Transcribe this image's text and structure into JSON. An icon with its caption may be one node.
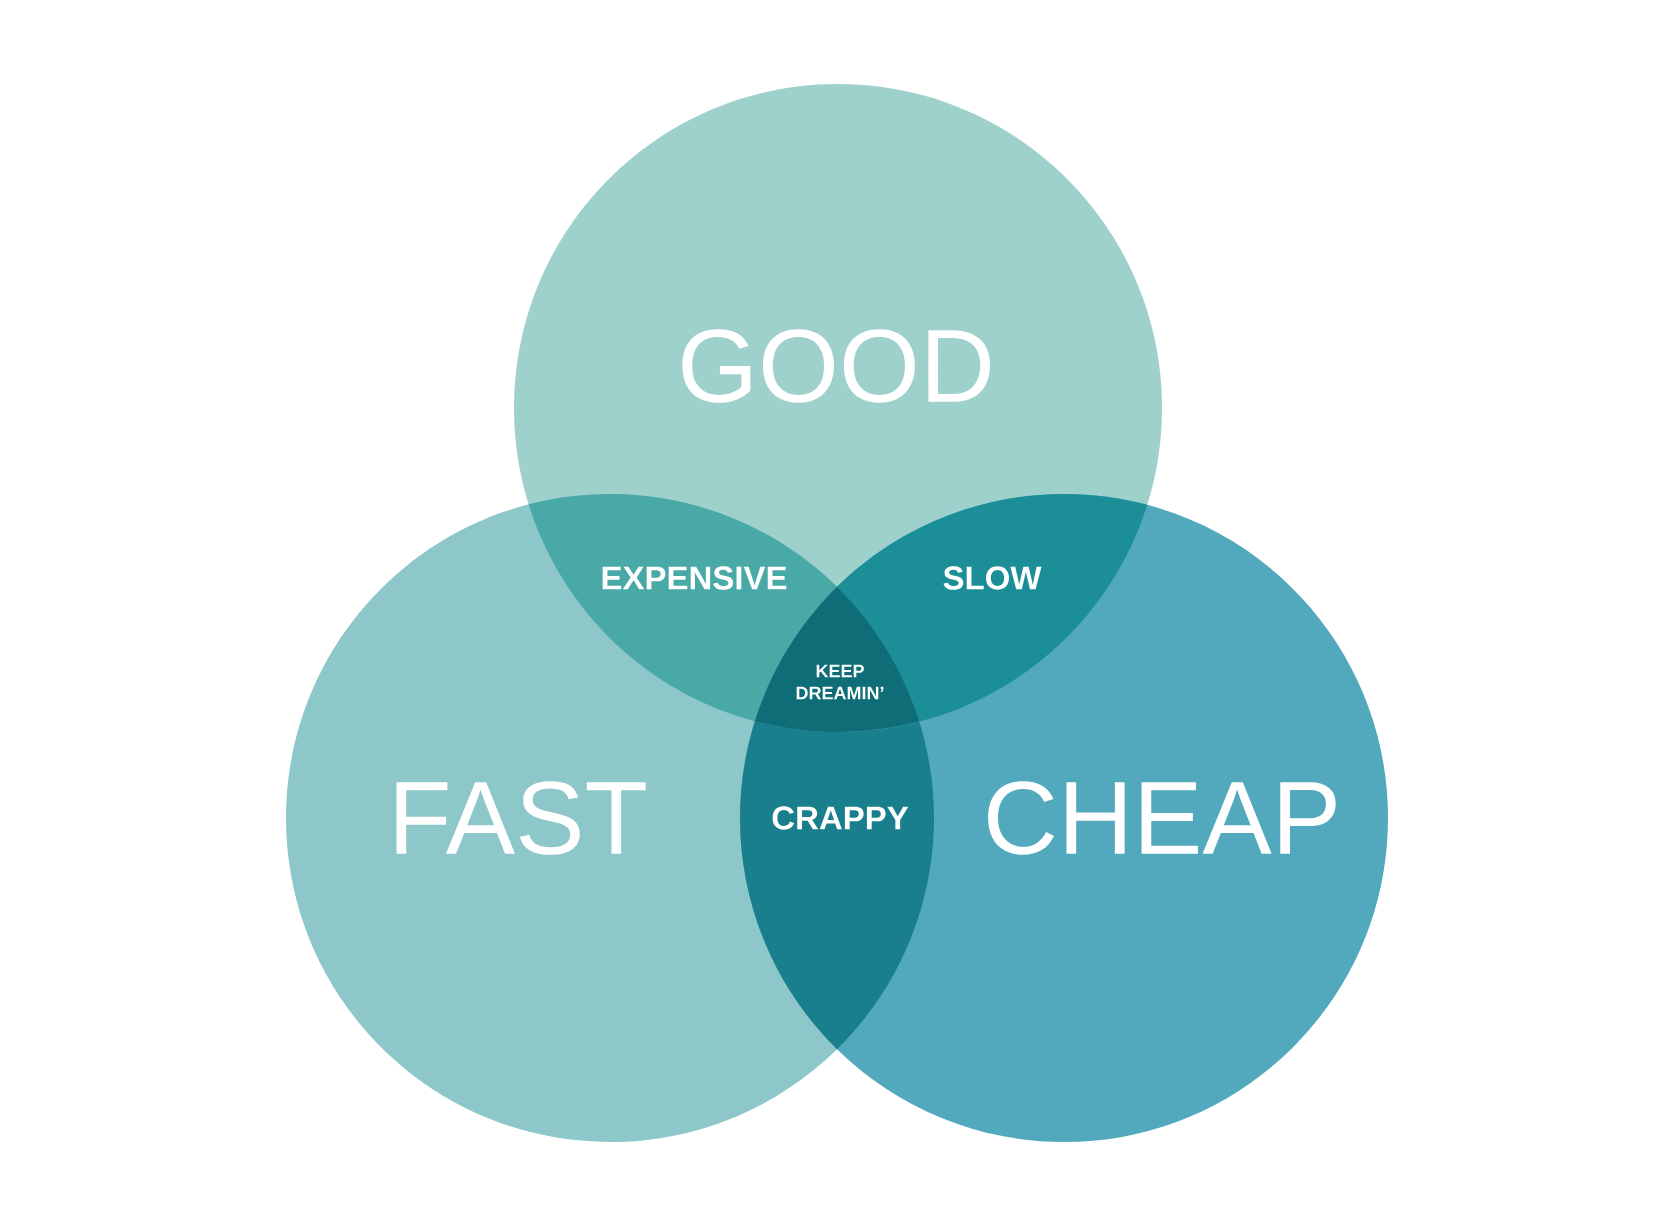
{
  "diagram": {
    "nodes": [
      {
        "text": [
          "GOOD"
        ]
      },
      {
        "text": [
          "EXPENSIVE"
        ]
      },
      {
        "text": [
          "SLOW"
        ]
      },
      {
        "text": [
          "KEEP DREAMIN’"
        ]
      },
      {
        "text": [
          "FAST"
        ]
      },
      {
        "text": [
          "CRAPPY"
        ]
      },
      {
        "text": [
          "CHEAP"
        ]
      }
    ]
  }
}
